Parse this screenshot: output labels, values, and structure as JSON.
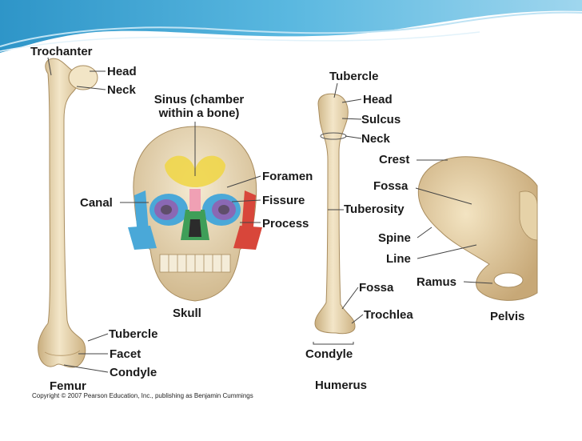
{
  "labels": {
    "femur": {
      "trochanter": "Trochanter",
      "head": "Head",
      "neck": "Neck",
      "tubercle": "Tubercle",
      "facet": "Facet",
      "condyle": "Condyle",
      "caption": "Femur"
    },
    "skull": {
      "sinus_line1": "Sinus (chamber",
      "sinus_line2": "within a bone)",
      "canal": "Canal",
      "foramen": "Foramen",
      "fissure": "Fissure",
      "process": "Process",
      "caption": "Skull"
    },
    "humerus": {
      "tubercle": "Tubercle",
      "head": "Head",
      "sulcus": "Sulcus",
      "neck": "Neck",
      "tuberosity": "Tuberosity",
      "fossa": "Fossa",
      "trochlea": "Trochlea",
      "condyle": "Condyle",
      "caption": "Humerus"
    },
    "pelvis": {
      "crest": "Crest",
      "fossa": "Fossa",
      "spine": "Spine",
      "line": "Line",
      "ramus": "Ramus",
      "caption": "Pelvis"
    }
  },
  "copyright": "Copyright © 2007 Pearson Education, Inc., publishing as Benjamin Cummings",
  "colors": {
    "bone": "#ecdcb8",
    "bone_shade": "#c9ae7e",
    "header_wave": "#3fa6d6",
    "sinus_yellow": "#f0d64a",
    "orbit_blue": "#4aa8d8",
    "purple": "#8a68b4",
    "red": "#d8463a",
    "green": "#3f9e58",
    "pink": "#f0a0b4"
  }
}
